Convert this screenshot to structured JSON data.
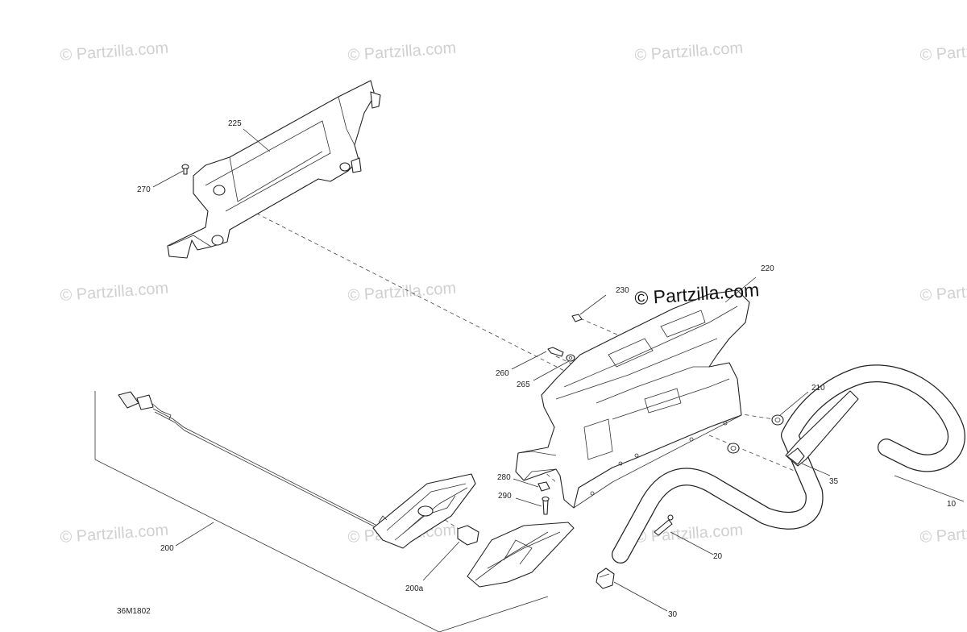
{
  "watermark": {
    "text": "© Partzilla.com"
  },
  "callouts": {
    "c10": "10",
    "c20": "20",
    "c30": "30",
    "c35": "35",
    "c200": "200",
    "c200a": "200a",
    "c210": "210",
    "c220": "220",
    "c225": "225",
    "c230": "230",
    "c260": "260",
    "c265": "265",
    "c270": "270",
    "c280": "280",
    "c290": "290"
  },
  "diagram_code": "36M1802"
}
